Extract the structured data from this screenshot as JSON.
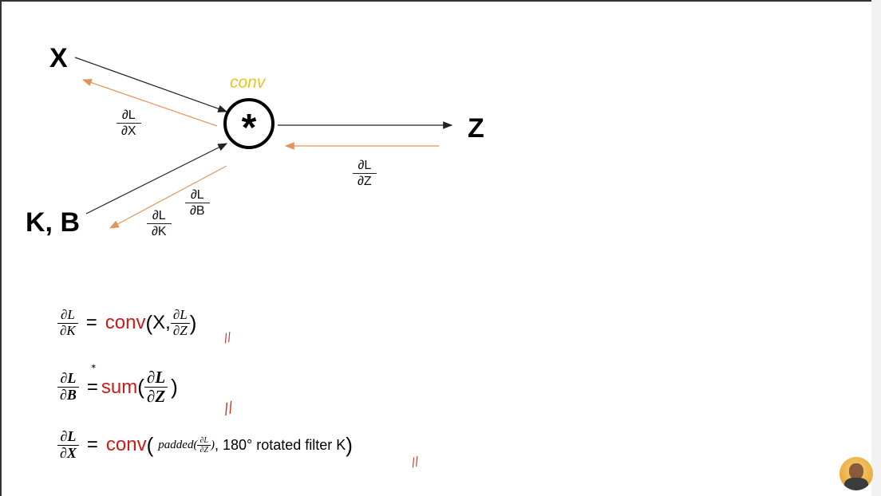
{
  "diagram": {
    "nodes": {
      "x": "X",
      "kb": "K, B",
      "z": "Z",
      "operator": "*",
      "operator_name": "conv"
    },
    "gradients": {
      "dl_dx": {
        "num": "∂L",
        "den": "∂X"
      },
      "dl_dk": {
        "num": "∂L",
        "den": "∂K"
      },
      "dl_db": {
        "num": "∂L",
        "den": "∂B"
      },
      "dl_dz": {
        "num": "∂L",
        "den": "∂Z"
      }
    },
    "colors": {
      "forward_arrow": "#222222",
      "backward_arrow": "#e0955a",
      "conv_label": "#e8c31e",
      "function_name": "#d01919"
    }
  },
  "equations": {
    "eq1": {
      "lhs": {
        "num": "∂L",
        "den": "∂K"
      },
      "equals": "=",
      "func": "conv",
      "open": "(",
      "arg": "X,",
      "grad": {
        "num": "∂L",
        "den": "∂Z"
      },
      "close": ")"
    },
    "eq2": {
      "lhs": {
        "num": "∂L",
        "den": "∂B"
      },
      "equals": "=",
      "func": "sum",
      "open": "(",
      "grad": {
        "num": "∂L",
        "den": "∂Z"
      },
      "close": ")"
    },
    "eq3": {
      "lhs": {
        "num": "∂L",
        "den": "∂X"
      },
      "equals": "=",
      "func": "conv",
      "open": "(",
      "padded": "padded(",
      "grad": {
        "num": "∂L",
        "den": "∂Z"
      },
      "padded_close": ")",
      "rest": ", 180° rotated filter K",
      "close": ")"
    },
    "check_mark": "//"
  }
}
